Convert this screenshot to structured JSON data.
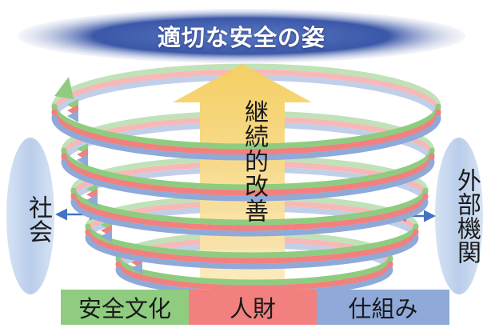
{
  "goal": {
    "title": "適切な安全の姿"
  },
  "improvement": {
    "label": "継続的改善"
  },
  "left_node": {
    "label": "社会"
  },
  "right_node": {
    "label": "外部機関"
  },
  "strands": [
    {
      "label": "安全文化",
      "color": "#8fcc7f"
    },
    {
      "label": "人財",
      "color": "#f2807f"
    },
    {
      "label": "仕組み",
      "color": "#8fa9d8"
    }
  ],
  "colors": {
    "goal_fill": "#3b57a8",
    "node_fill": "#c2d5ef",
    "arrow_fill": "#f7d579",
    "link_arrow": "#4472c4"
  }
}
